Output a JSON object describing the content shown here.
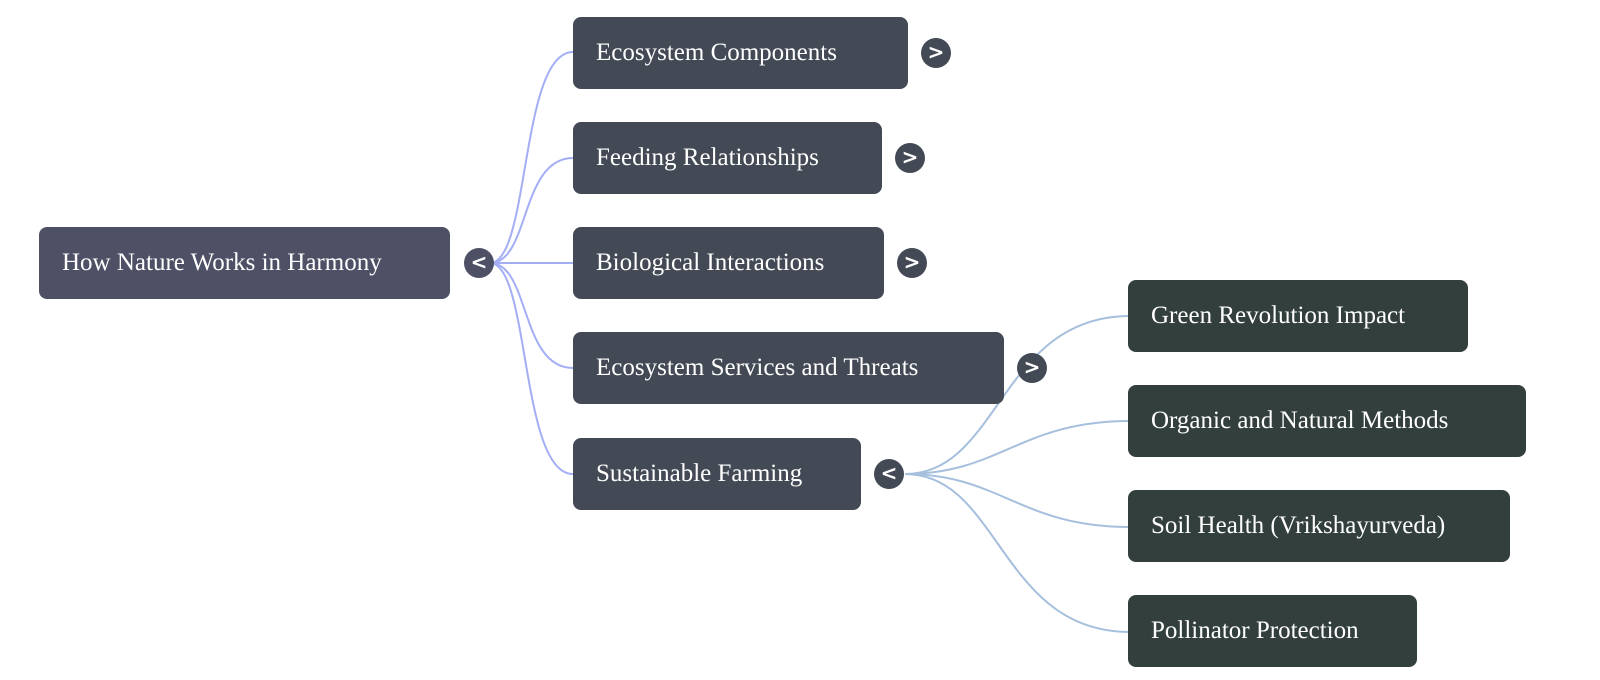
{
  "mindmap": {
    "root": {
      "label": "How Nature Works in Harmony",
      "toggle": "<",
      "toggle_icon": "collapse-icon"
    },
    "children": [
      {
        "label": "Ecosystem Components",
        "toggle": ">",
        "toggle_icon": "expand-icon"
      },
      {
        "label": "Feeding Relationships",
        "toggle": ">",
        "toggle_icon": "expand-icon"
      },
      {
        "label": "Biological Interactions",
        "toggle": ">",
        "toggle_icon": "expand-icon"
      },
      {
        "label": "Ecosystem Services and Threats",
        "toggle": ">",
        "toggle_icon": "expand-icon"
      },
      {
        "label": "Sustainable Farming",
        "toggle": "<",
        "toggle_icon": "collapse-icon",
        "children": [
          {
            "label": "Green Revolution Impact"
          },
          {
            "label": "Organic and Natural Methods"
          },
          {
            "label": "Soil Health (Vrikshayurveda)"
          },
          {
            "label": "Pollinator Protection"
          }
        ]
      }
    ],
    "colors": {
      "root_fill": "#4e5165",
      "level1_fill": "#434a55",
      "level2_fill": "#323f3d",
      "root_edge": "#a3aef5",
      "level1_edge": "#a6bfdd",
      "text": "#ffffff"
    }
  }
}
